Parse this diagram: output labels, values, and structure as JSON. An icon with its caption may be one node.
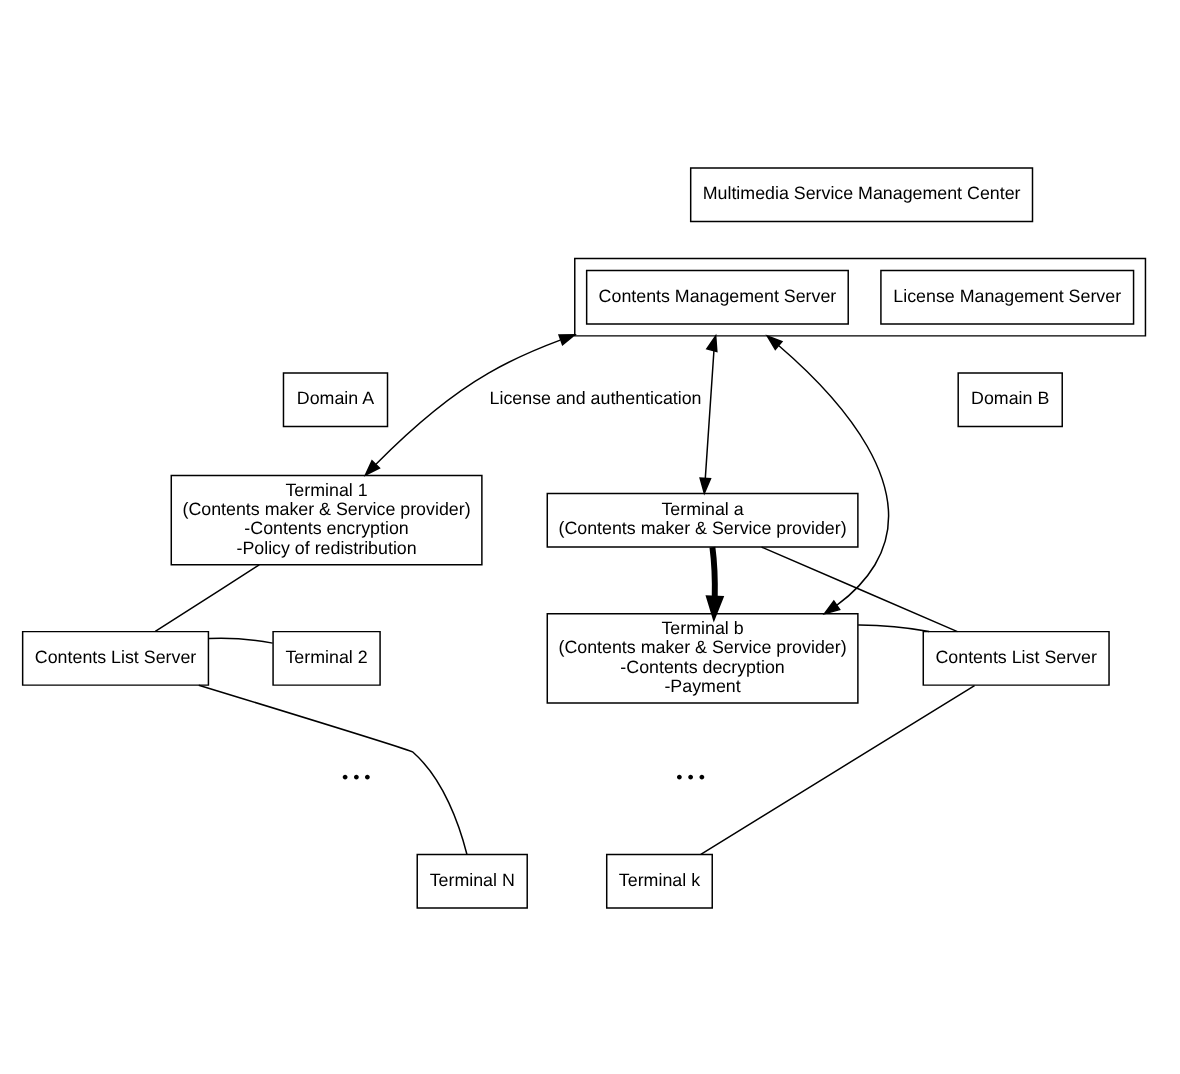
{
  "diagram": {
    "nodes": [
      {
        "text": [
          "Multimedia Service Management Center"
        ]
      },
      {
        "text": [],
        "shape": "box"
      },
      {
        "text": [
          "Contents Management Server"
        ],
        "in": 1
      },
      {
        "text": [
          "License Management Server"
        ],
        "in": 1
      },
      {
        "text": [
          "Domain A"
        ]
      },
      {
        "text": [
          "Domain B"
        ]
      },
      {
        "text": [
          "Terminal 1",
          "(Contents maker & Service provider)",
          "-Contents encryption",
          "-Policy of redistribution"
        ]
      },
      {
        "text": [
          "Terminal a",
          "(Contents maker & Service provider)"
        ]
      },
      {
        "text": [
          "Contents List Server"
        ]
      },
      {
        "text": [
          "Terminal 2"
        ]
      },
      {
        "text": [
          "Terminal b",
          "(Contents maker & Service provider)",
          "-Contents decryption",
          "-Payment"
        ]
      },
      {
        "text": [
          "Contents List Server"
        ]
      },
      {
        "text": [
          "Terminal N"
        ]
      },
      {
        "text": [
          "Terminal k"
        ]
      }
    ],
    "edges": [
      {
        "from": 6,
        "to": 1,
        "arrow": "both",
        "label": "License and authentication"
      },
      {
        "from": 10,
        "to": 1,
        "arrow": "both"
      },
      {
        "from": 7,
        "to": 1,
        "arrow": "both"
      },
      {
        "from": 7,
        "to": 10,
        "arrow": "to",
        "style": "thick"
      },
      {
        "from": 8,
        "to": 6,
        "arrow": "none"
      },
      {
        "from": 8,
        "to": 9,
        "arrow": "none"
      },
      {
        "from": 8,
        "to": 12,
        "arrow": "none"
      },
      {
        "from": 11,
        "to": 7,
        "arrow": "none"
      },
      {
        "from": 11,
        "to": 10,
        "arrow": "none"
      },
      {
        "from": 11,
        "to": 13,
        "arrow": "none"
      }
    ],
    "labels": [
      "• • •",
      "• • •"
    ]
  }
}
